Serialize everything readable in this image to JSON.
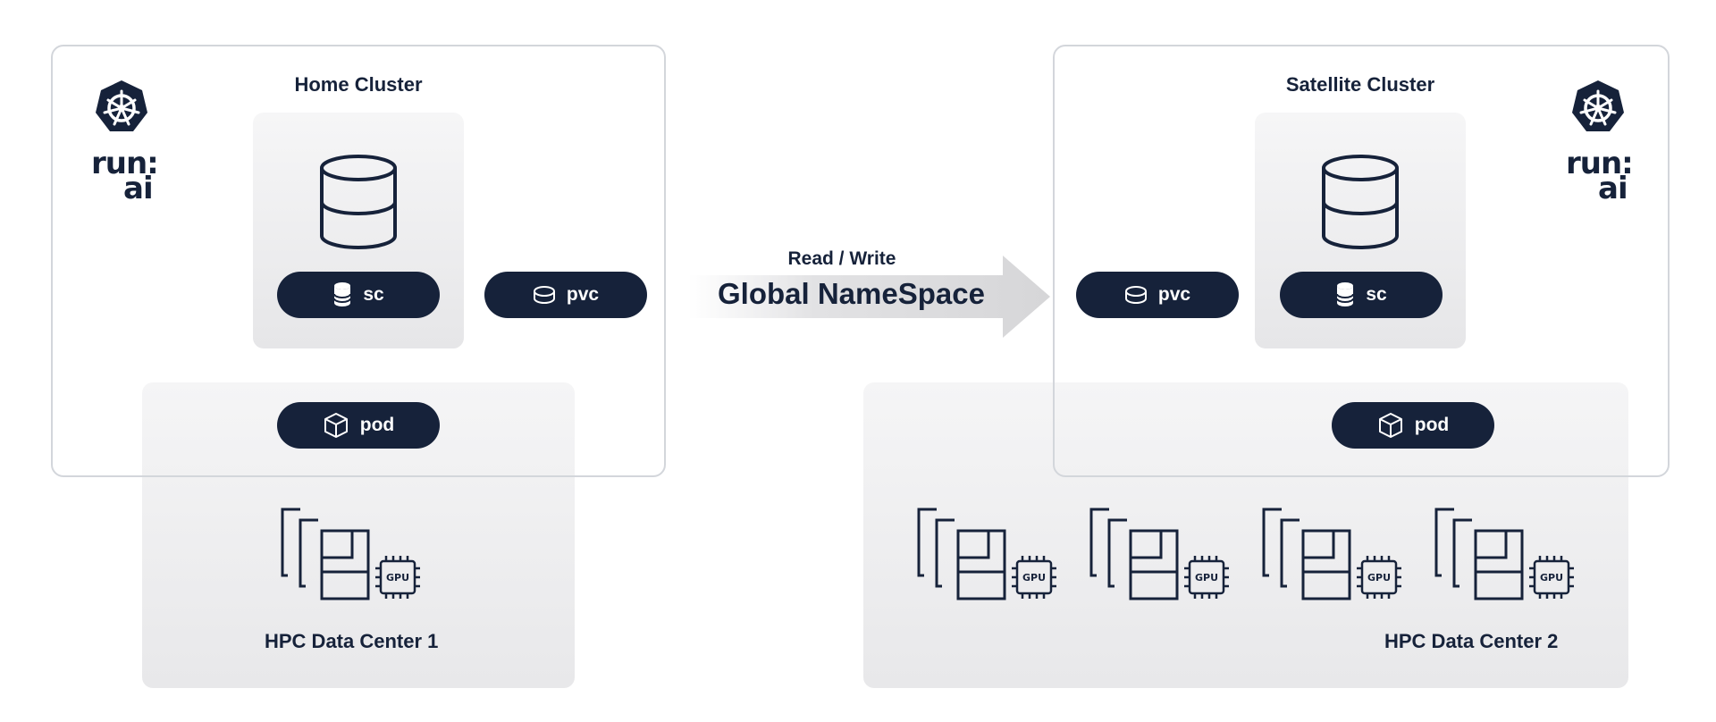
{
  "home_cluster": {
    "title": "Home Cluster",
    "storage_class_label": "sc",
    "pvc_label": "pvc",
    "pod_label": "pod",
    "logo_text_top": "run:",
    "logo_text_bottom": "ai"
  },
  "satellite_cluster": {
    "title": "Satellite Cluster",
    "storage_class_label": "sc",
    "pvc_label": "pvc",
    "pod_label": "pod",
    "logo_text_top": "run:",
    "logo_text_bottom": "ai"
  },
  "namespace_arrow": {
    "top_label": "Read / Write",
    "main_label": "Global NameSpace"
  },
  "data_centers": [
    {
      "label": "HPC Data Center 1",
      "node_count": 1,
      "chip_label": "GPU"
    },
    {
      "label": "HPC Data Center 2",
      "node_count": 4,
      "chip_label": "GPU"
    }
  ],
  "icons": {
    "kubernetes": "kubernetes-helm-icon",
    "database": "database-icon",
    "pvc": "disk-icon",
    "pod": "cube-icon",
    "gpu_node": "server-stack-gpu-icon"
  },
  "colors": {
    "navy": "#16223a",
    "frame": "#d3d6db",
    "panel": "#ececee",
    "arrow": "#d9d9db"
  }
}
